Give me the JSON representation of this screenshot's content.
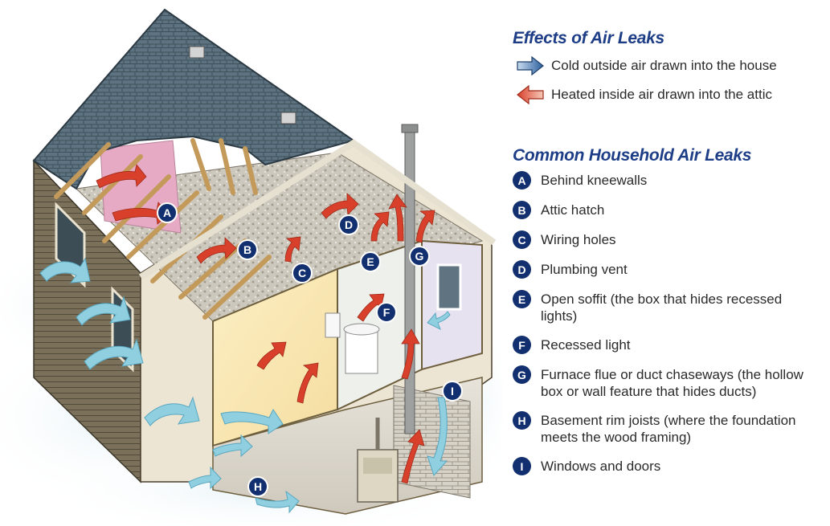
{
  "effects": {
    "title": "Effects of Air Leaks",
    "items": [
      {
        "text": "Cold outside air drawn into the house",
        "icon": "blue-arrow-right-icon",
        "color": "#2c5f9e"
      },
      {
        "text": "Heated inside air drawn into the attic",
        "icon": "red-arrow-left-icon",
        "color": "#d8402b"
      }
    ]
  },
  "leaks": {
    "title": "Common Household Air Leaks",
    "items": [
      {
        "letter": "A",
        "text": "Behind kneewalls"
      },
      {
        "letter": "B",
        "text": "Attic hatch"
      },
      {
        "letter": "C",
        "text": "Wiring holes"
      },
      {
        "letter": "D",
        "text": "Plumbing vent"
      },
      {
        "letter": "E",
        "text": "Open soffit (the box that hides recessed lights)"
      },
      {
        "letter": "F",
        "text": "Recessed light"
      },
      {
        "letter": "G",
        "text": "Furnace flue or duct chaseways (the hollow box or wall feature that hides ducts)"
      },
      {
        "letter": "H",
        "text": "Basement rim joists (where the foundation meets the wood framing)"
      },
      {
        "letter": "I",
        "text": "Windows and doors"
      }
    ]
  },
  "colors": {
    "badge": "#12306f",
    "title": "#1d3d86",
    "cold_air": "#7fc4d8",
    "warm_air": "#d8402b"
  }
}
